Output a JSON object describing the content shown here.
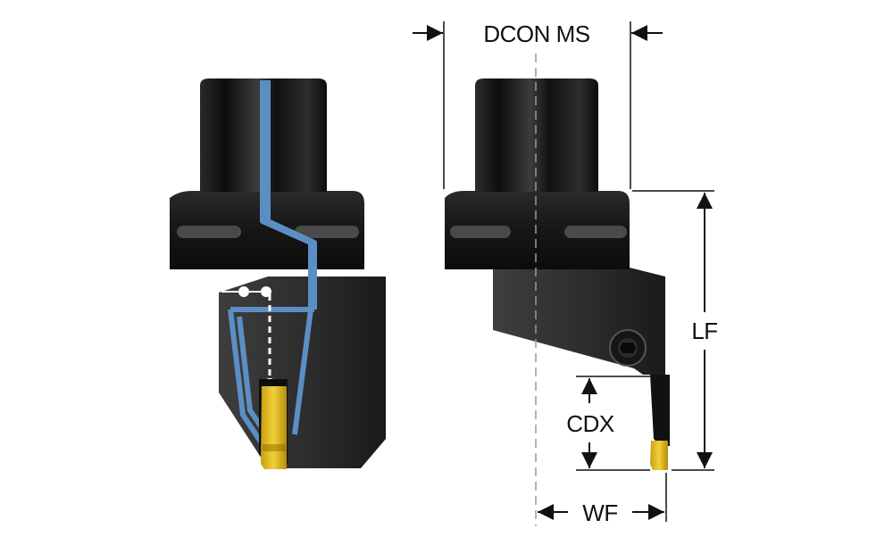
{
  "diagram": {
    "title": "Toolholder dimension diagram",
    "labels": {
      "dcon": "DCON MS",
      "lf": "LF",
      "cdx": "CDX",
      "wf": "WF"
    },
    "colors": {
      "body": "#1e1e1e",
      "body_highlight": "#3a3a3a",
      "coolant": "#5b8fc4",
      "insert": "#e8c020",
      "dim_line": "#111111",
      "centerline": "#9a9a9a",
      "background": "#ffffff"
    },
    "icons": {
      "left_view": "toolholder-coolant-view",
      "right_view": "toolholder-dimension-view",
      "insert": "cutting-insert"
    }
  }
}
